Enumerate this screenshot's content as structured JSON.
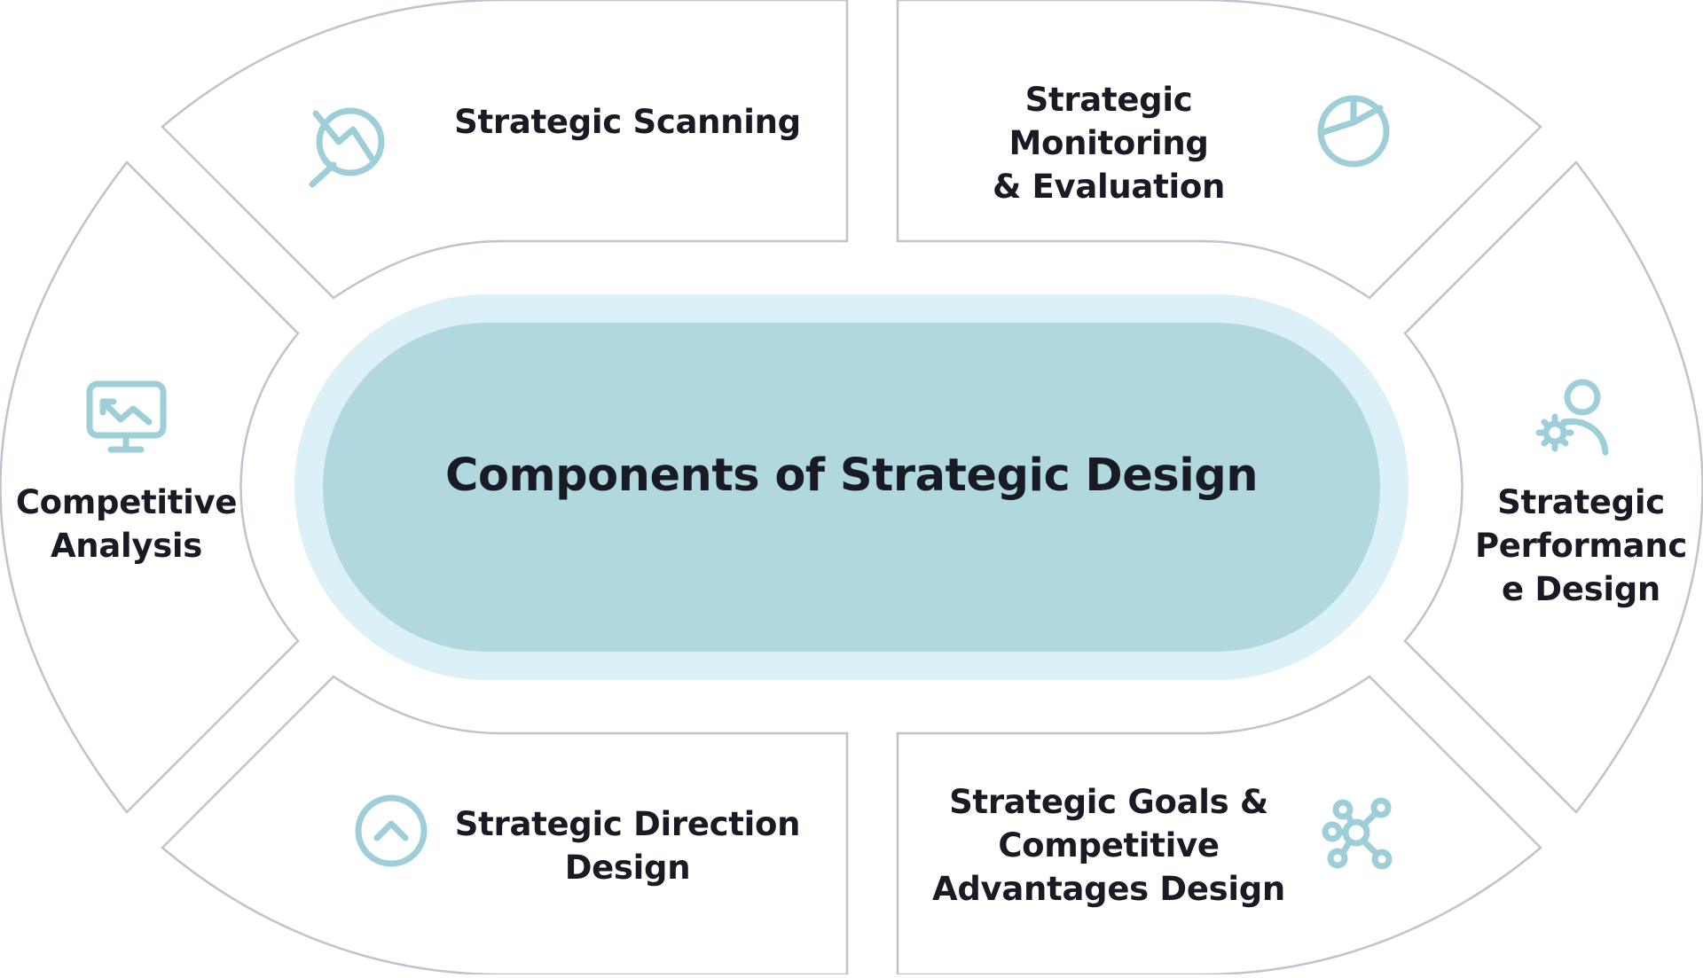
{
  "diagram": {
    "center": {
      "title": "Components of Strategic Design"
    },
    "components": [
      {
        "id": "scanning",
        "label": "Strategic Scanning",
        "icon": "magnify-chart-icon"
      },
      {
        "id": "monitoring",
        "label": "Strategic Monitoring\n& Evaluation",
        "icon": "pie-chart-icon"
      },
      {
        "id": "competitive",
        "label": "Competitive\nAnalysis",
        "icon": "monitor-chart-icon"
      },
      {
        "id": "performance",
        "label": "Strategic\nPerformanc\ne Design",
        "icon": "person-gear-icon"
      },
      {
        "id": "direction",
        "label": "Strategic Direction\nDesign",
        "icon": "chevron-up-circle-icon"
      },
      {
        "id": "goals",
        "label": "Strategic Goals &\nCompetitive\nAdvantages Design",
        "icon": "network-nodes-icon"
      }
    ]
  },
  "colors": {
    "segment_stroke": "#bfc3cc",
    "icon": "#9ecfd8",
    "center_outer": "#dcf0f7",
    "center_inner": "#b1d8df",
    "text": "#181b24"
  }
}
